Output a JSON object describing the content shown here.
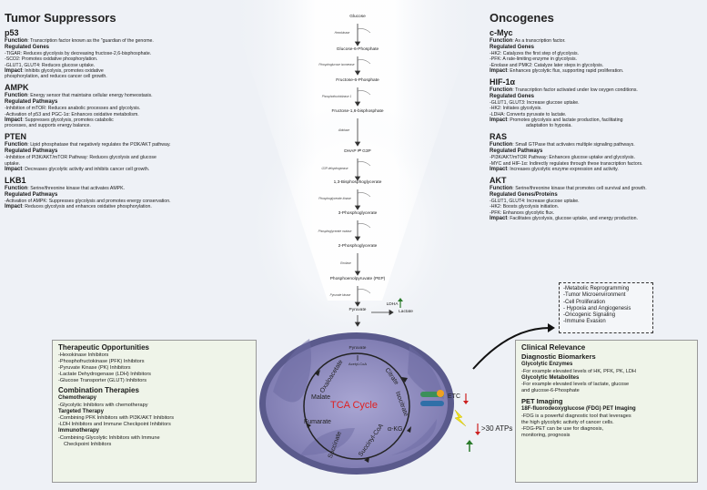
{
  "left": {
    "title": "Tumor Suppressors",
    "p53": {
      "name": "p53",
      "function_label": "Function",
      "function_text": ": Transcription factor known as the \"guardian of the genome.",
      "reg_label": "Regulated Genes",
      "lines": [
        "-TIGAR: Reduces glycolysis by decreasing fructose-2,6-bisphosphate.",
        "-SCO2: Promotes oxidative phosphorylation.",
        "-GLUT1, GLUT4: Reduces glucose uptake."
      ],
      "impact_label": "Impact",
      "impact_text": ": Inhibits glycolysis, promotes oxidative",
      "impact_text2": "phosphorylation, and reduces cancer cell growth."
    },
    "ampk": {
      "name": "AMPK",
      "function_label": "Function",
      "function_text": ": Energy sensor that maintains cellular energy homeostasis.",
      "reg_label": "Regulated Pathways",
      "lines": [
        "-Inhibition of mTOR: Reduces anabolic processes and glycolysis.",
        "-Activation of p53 and PGC-1α: Enhances oxidative metabolism."
      ],
      "impact_label": "Impact",
      "impact_text": ": Suppresses glycolysis, promotes catabolic",
      "impact_text2": "processes, and supports energy balance."
    },
    "pten": {
      "name": "PTEN",
      "function_label": "Function",
      "function_text": ": Lipid phosphatase that negatively regulates the PI3K/AKT pathway.",
      "reg_label": "Regulated Pathways",
      "lines": [
        "-Inhibition of PI3K/AKT/mTOR Pathway: Reduces glycolysis and glucose",
        "uptake."
      ],
      "impact_label": "Impact",
      "impact_text": ": Decreases glycolytic activity and inhibits cancer cell growth."
    },
    "lkb1": {
      "name": "LKB1",
      "function_label": "Function",
      "function_text": ": Serine/threonine kinase that activates AMPK.",
      "reg_label": "Regulated Pathways",
      "lines": [
        "-Activation of AMPK: Suppresses glycolysis and promotes energy conservation."
      ],
      "impact_label": "Impact",
      "impact_text": ": Reduces glycolysis and enhances oxidative phosphorylation."
    }
  },
  "right": {
    "title": "Oncogenes",
    "cmyc": {
      "name": "c-Myc",
      "function_label": "Function",
      "function_text": ": As a transcription factor.",
      "reg_label": "Regulated Genes",
      "lines": [
        "-HK2: Catalyzes the first step of glycolysis.",
        "-PFK: A rate-limiting enzyme in glycolysis.",
        "-Enolase and PMK2: Catalyze later steps in glycolysis."
      ],
      "impact_label": "Impact",
      "impact_text": ": Enhances glycolytic flux, supporting rapid proliferation."
    },
    "hif": {
      "name": "HIF-1α",
      "function_label": "Function",
      "function_text": ": Transcription factor activated under low oxygen conditions.",
      "reg_label": "Regulated Genes",
      "lines": [
        "-GLUT1, GLUT3: Increase glucose uptake.",
        "-HK2: Initiates glycolysis.",
        "-LDHA: Converts pyruvate to lactate."
      ],
      "impact_label": "Impact",
      "impact_text": ": Promotes glycolysis and lactate production, facilitating",
      "impact_text2": "adaptation to hypoxia."
    },
    "ras": {
      "name": "RAS",
      "function_label": "Function",
      "function_text": ": Small GTPase that activates multiple signaling pathways.",
      "reg_label": "Regulated Pathways",
      "lines": [
        "-PI3K/AKT/mTOR Pathway: Enhances glucose uptake and glycolysis.",
        "-MYC and HIF-1α: Indirectly regulates through these transcription factors."
      ],
      "impact_label": "Impact",
      "impact_text": ": Increases glycolytic enzyme expression and activity."
    },
    "akt": {
      "name": "AKT",
      "function_label": "Function",
      "function_text": ": Serine/threonine kinase that promotes cell survival and growth.",
      "reg_label": "Regulated Genes/Proteins",
      "lines": [
        "-GLUT1, GLUT4: Increase glucose uptake.",
        "-HK2: Boosts glycolysis initiation.",
        "-PFK: Enhances glycolytic flux."
      ],
      "impact_label": "Impact",
      "impact_text": ": Facilitates glycolysis, glucose uptake, and energy production."
    }
  },
  "pathway": {
    "metabolites": [
      "Glucose",
      "Glucose-6-Phosphate",
      "Fructose-6-Phosphate",
      "Fructose-1,6-bisphosphate",
      "DHAP ⇌ G3P",
      "1,3-Bisphosphoglycerate",
      "3-Phosphoglycerate",
      "2-Phosphoglycerate",
      "Phosphoenolpyruvate (PEP)",
      "Pyruvate"
    ],
    "enzymes": [
      "Hexokinase",
      "Phosphoglucose isomerase",
      "Phosphofructokinase 1",
      "Aldolase",
      "G3P dehydrogenase",
      "Phosphoglycerate kinase",
      "Phosphoglycerate mutase",
      "Enolase",
      "Pyruvate kinase"
    ],
    "ldha": "LDHA",
    "lactate": "Lactate"
  },
  "mito": {
    "pyruvate": "Pyruvate",
    "acetyl": "Acetyl-CoA",
    "tca": "TCA Cycle",
    "intermediates": [
      "Oxaloacetate",
      "Citrate",
      "Isocitrate",
      "α-KG",
      "Succinyl-CoA",
      "Succinate",
      "Fumarate",
      "Malate"
    ],
    "etc": "ETC",
    "atp": ">30 ATPs"
  },
  "features": [
    "-Metabolic Reprogramming",
    "-Tumor Microenvironment",
    "-Cell Proliferation",
    "- Hypoxia and Angiogenesis",
    "-Oncogenic Signaling",
    "-Immune Evasion"
  ],
  "therapeutic": {
    "title": "Therapeutic Opportunities",
    "lines": [
      "-Hexokinase Inhibitors",
      "-Phosphofructokinase (PFK) Inhibitors",
      "-Pyruvate Kinase (PK) Inhibitors",
      "-Lactate Dehydrogenase (LDH) Inhibitors",
      "-Glucose Transporter (GLUT) Inhibitors"
    ],
    "combo_title": "Combination Therapies",
    "chemo_label": "Chemotherapy",
    "chemo_line": "-Glycolytic Inhibitors with chemotherapy",
    "targeted_label": "Targeted Therapy",
    "targeted_lines": [
      "-Combining PFK Inhibitors with PI3K/AKT Inhibitors",
      "-LDH Inhibitors and Immune Checkpoint Inhibitors"
    ],
    "immuno_label": "Immunotherapy",
    "immuno_lines": [
      "-Combining Glycolytic Inhibitors with Immune",
      "  Checkpoint Inhibitors"
    ]
  },
  "clinical": {
    "title": "Clinical Relevance",
    "diag_title": "Diagnostic Biomarkers",
    "enz_label": "Glycolytic Enzymes",
    "enz_line": "-For example elevated levels of HK, PFK, PK, LDH",
    "met_label": "Glycolytic Metabolites",
    "met_lines": [
      "-For example elevated levels of lactate, glucose",
      " and glucose-6-Phosphate"
    ],
    "pet_title": "PET Imaging",
    "fdg_label": "18F-fluorodeoxyglucose (FDG) PET Imaging",
    "fdg_lines": [
      "-FDG is a powerful diagnostic tool that leverages",
      " the high glycolytic activity of cancer cells.",
      "-FDG-PET can be use for diagnosis,",
      " monitoring, prognosis"
    ]
  },
  "colors": {
    "tca_red": "#e02020",
    "mito_outer": "#5a5a8c",
    "mito_inner": "#8a87bc",
    "box_green": "#eff4e9"
  }
}
